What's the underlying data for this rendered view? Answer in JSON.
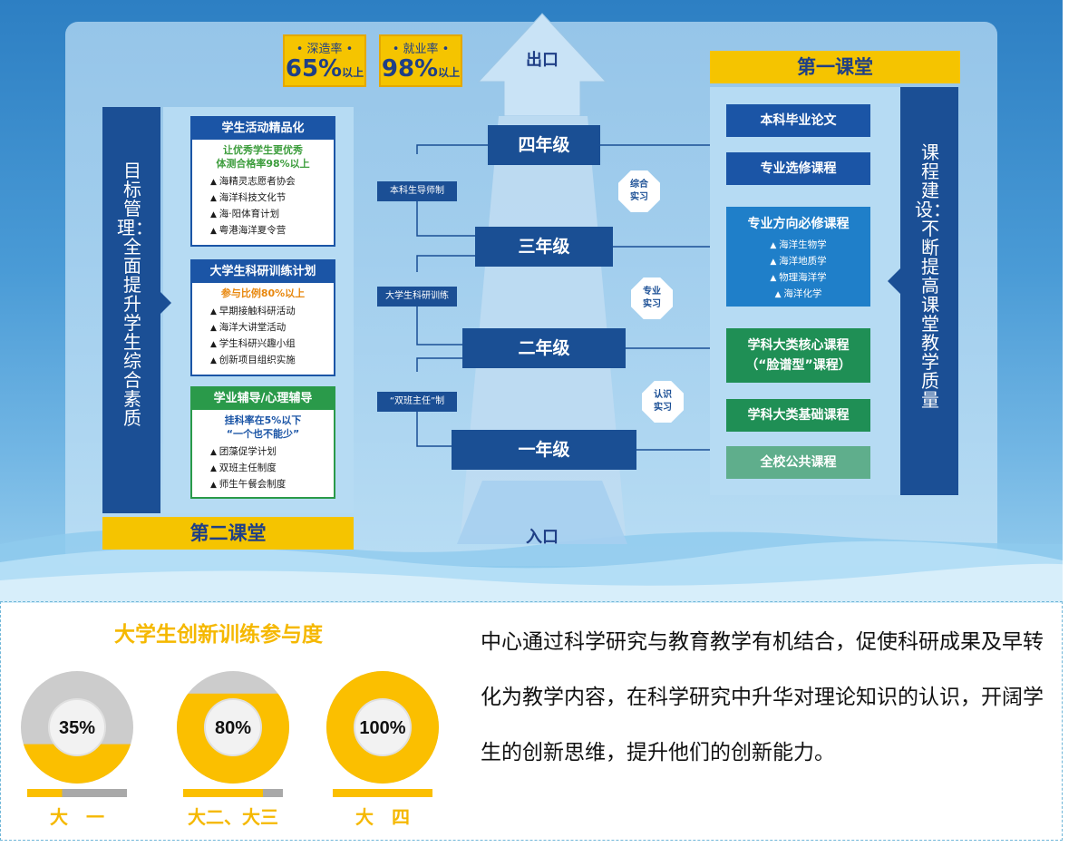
{
  "rates": [
    {
      "label": "• 深造率 •",
      "value": "65%",
      "suffix": "以上"
    },
    {
      "label": "• 就业率 •",
      "value": "98%",
      "suffix": "以上"
    }
  ],
  "second_classroom": {
    "label": "第二课堂",
    "vertical_title": "目标管理：全面提升学生综合素质",
    "cards": [
      {
        "title": "学生活动精品化",
        "highlight": "让优秀学生更优秀\n体测合格率98%以上",
        "items": [
          "海精灵志愿者协会",
          "海洋科技文化节",
          "海·阳体育计划",
          "粤港海洋夏令营"
        ]
      },
      {
        "title": "大学生科研训练计划",
        "highlight": "参与比例80%以上",
        "items": [
          "早期接触科研活动",
          "海洋大讲堂活动",
          "学生科研兴趣小组",
          "创新项目组织实施"
        ]
      },
      {
        "title": "学业辅导/心理辅导",
        "highlight": "挂科率在5%以下\n“一个也不能少”",
        "items": [
          "团藻促学计划",
          "双班主任制度",
          "师生午餐会制度"
        ]
      }
    ]
  },
  "ladder": {
    "exit": "出口",
    "entry": "入口",
    "grades": [
      "四年级",
      "三年级",
      "二年级",
      "一年级"
    ],
    "side_tags": [
      "本科生导师制",
      "大学生科研训练",
      "“双班主任”制"
    ],
    "practice": [
      "综合\n实习",
      "专业\n实习",
      "认识\n实习"
    ]
  },
  "first_classroom": {
    "label": "第一课堂",
    "vertical_title": "课程建设：不断提高课堂教学质量",
    "courses": [
      {
        "name": "本科毕业论文",
        "color": "#1b55a6"
      },
      {
        "name": "专业选修课程",
        "color": "#1b55a6"
      },
      {
        "name": "专业方向必修课程",
        "color": "#1f7fc9",
        "items": [
          "海洋生物学",
          "海洋地质学",
          "物理海洋学",
          "海洋化学"
        ]
      },
      {
        "name": "学科大类核心课程\n（“脸谱型”课程）",
        "color": "#1f8f55"
      },
      {
        "name": "学科大类基础课程",
        "color": "#1f8f55"
      },
      {
        "name": "全校公共课程",
        "color": "#5fae8c"
      }
    ]
  },
  "chart_data": {
    "type": "pie",
    "title": "大学生创新训练参与度",
    "categories": [
      "大　一",
      "大二、大三",
      "大　四"
    ],
    "values": [
      35,
      80,
      100
    ],
    "value_labels": [
      "35%",
      "80%",
      "100%"
    ],
    "colors": {
      "filled": "#fbbf00",
      "remaining": "#cccccc"
    }
  },
  "description": "中心通过科学研究与教育教学有机结合，促使科研成果及早转化为教学内容，在科学研究中升华对理论知识的认识，开阔学生的创新思维，提升他们的创新能力。"
}
